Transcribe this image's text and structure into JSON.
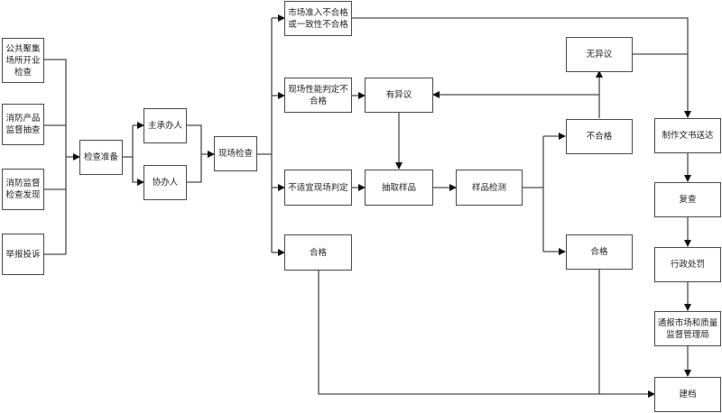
{
  "diagram": {
    "type": "flowchart",
    "nodes": {
      "src_public": "公共聚集场所开业检查",
      "src_product": "消防产品监督抽查",
      "src_supervise": "消防监督检查发现",
      "src_report": "举报投诉",
      "prepare": "检查准备",
      "main_officer": "主承办人",
      "assist_officer": "协办人",
      "onsite": "现场检查",
      "market_fail": "市场准入不合格或一致性不合格",
      "onsite_fail": "现场性能判定不合格",
      "unsuitable": "不适宜现场判定",
      "pass_onsite": "合格",
      "objection": "有异议",
      "sampling": "抽取样品",
      "testing": "样品检测",
      "no_objection": "无异议",
      "test_fail": "不合格",
      "test_pass": "合格",
      "document": "制作文书送达",
      "recheck": "复查",
      "penalty": "行政处罚",
      "notify": "通报市场和质量监督管理局",
      "archive": "建档"
    },
    "edges": [
      [
        "src_public",
        "prepare"
      ],
      [
        "src_product",
        "prepare"
      ],
      [
        "src_supervise",
        "prepare"
      ],
      [
        "src_report",
        "prepare"
      ],
      [
        "prepare",
        "main_officer"
      ],
      [
        "prepare",
        "assist_officer"
      ],
      [
        "main_officer",
        "onsite"
      ],
      [
        "assist_officer",
        "onsite"
      ],
      [
        "onsite",
        "market_fail"
      ],
      [
        "onsite",
        "onsite_fail"
      ],
      [
        "onsite",
        "unsuitable"
      ],
      [
        "onsite",
        "pass_onsite"
      ],
      [
        "onsite_fail",
        "objection"
      ],
      [
        "unsuitable",
        "sampling"
      ],
      [
        "objection",
        "sampling"
      ],
      [
        "sampling",
        "testing"
      ],
      [
        "testing",
        "test_fail"
      ],
      [
        "testing",
        "test_pass"
      ],
      [
        "test_fail",
        "no_objection"
      ],
      [
        "test_fail",
        "objection"
      ],
      [
        "no_objection",
        "document"
      ],
      [
        "market_fail",
        "document"
      ],
      [
        "document",
        "recheck"
      ],
      [
        "recheck",
        "penalty"
      ],
      [
        "penalty",
        "notify"
      ],
      [
        "notify",
        "archive"
      ],
      [
        "pass_onsite",
        "archive"
      ],
      [
        "test_pass",
        "archive"
      ]
    ]
  }
}
